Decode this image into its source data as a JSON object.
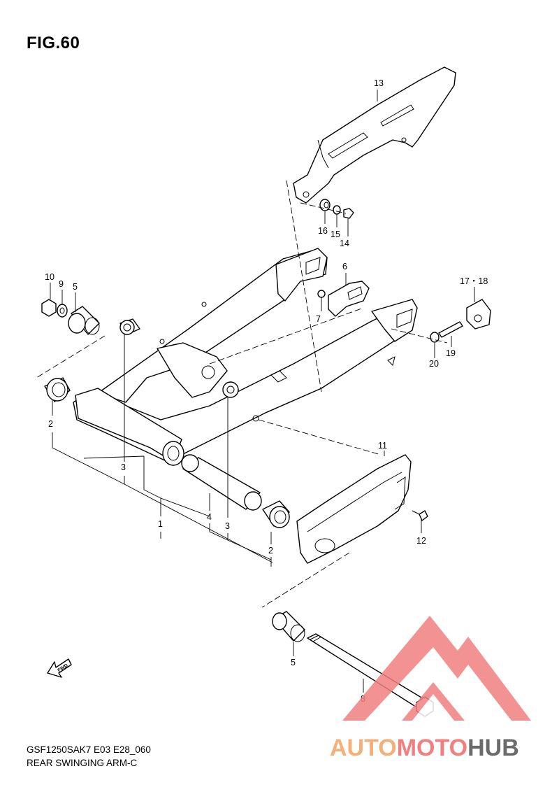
{
  "figure": {
    "title": "FIG.60"
  },
  "footer": {
    "code": "GSF1250SAK7 E03 E28_060",
    "name": "REAR SWINGING ARM-C"
  },
  "labels": {
    "l1": "1",
    "l2a": "2",
    "l2b": "2",
    "l3a": "3",
    "l3b": "3",
    "l4": "4",
    "l5a": "5",
    "l5b": "5",
    "l6": "6",
    "l7": "7",
    "l8": "8",
    "l9": "9",
    "l10": "10",
    "l11": "11",
    "l12": "12",
    "l13": "13",
    "l14": "14",
    "l15": "15",
    "l16": "16",
    "l1718": "17・18",
    "l19": "19",
    "l20": "20"
  },
  "fwd": {
    "text": "FWD"
  },
  "watermark": {
    "auto": "AUTO",
    "moto": "MOTO",
    "hub": "HUB",
    "colors": {
      "red": "#f08080",
      "orange": "#f5b07a",
      "gray": "#6b6b6b"
    }
  },
  "icons": [
    "fwd-arrow-icon",
    "automotohub-logo-icon"
  ]
}
